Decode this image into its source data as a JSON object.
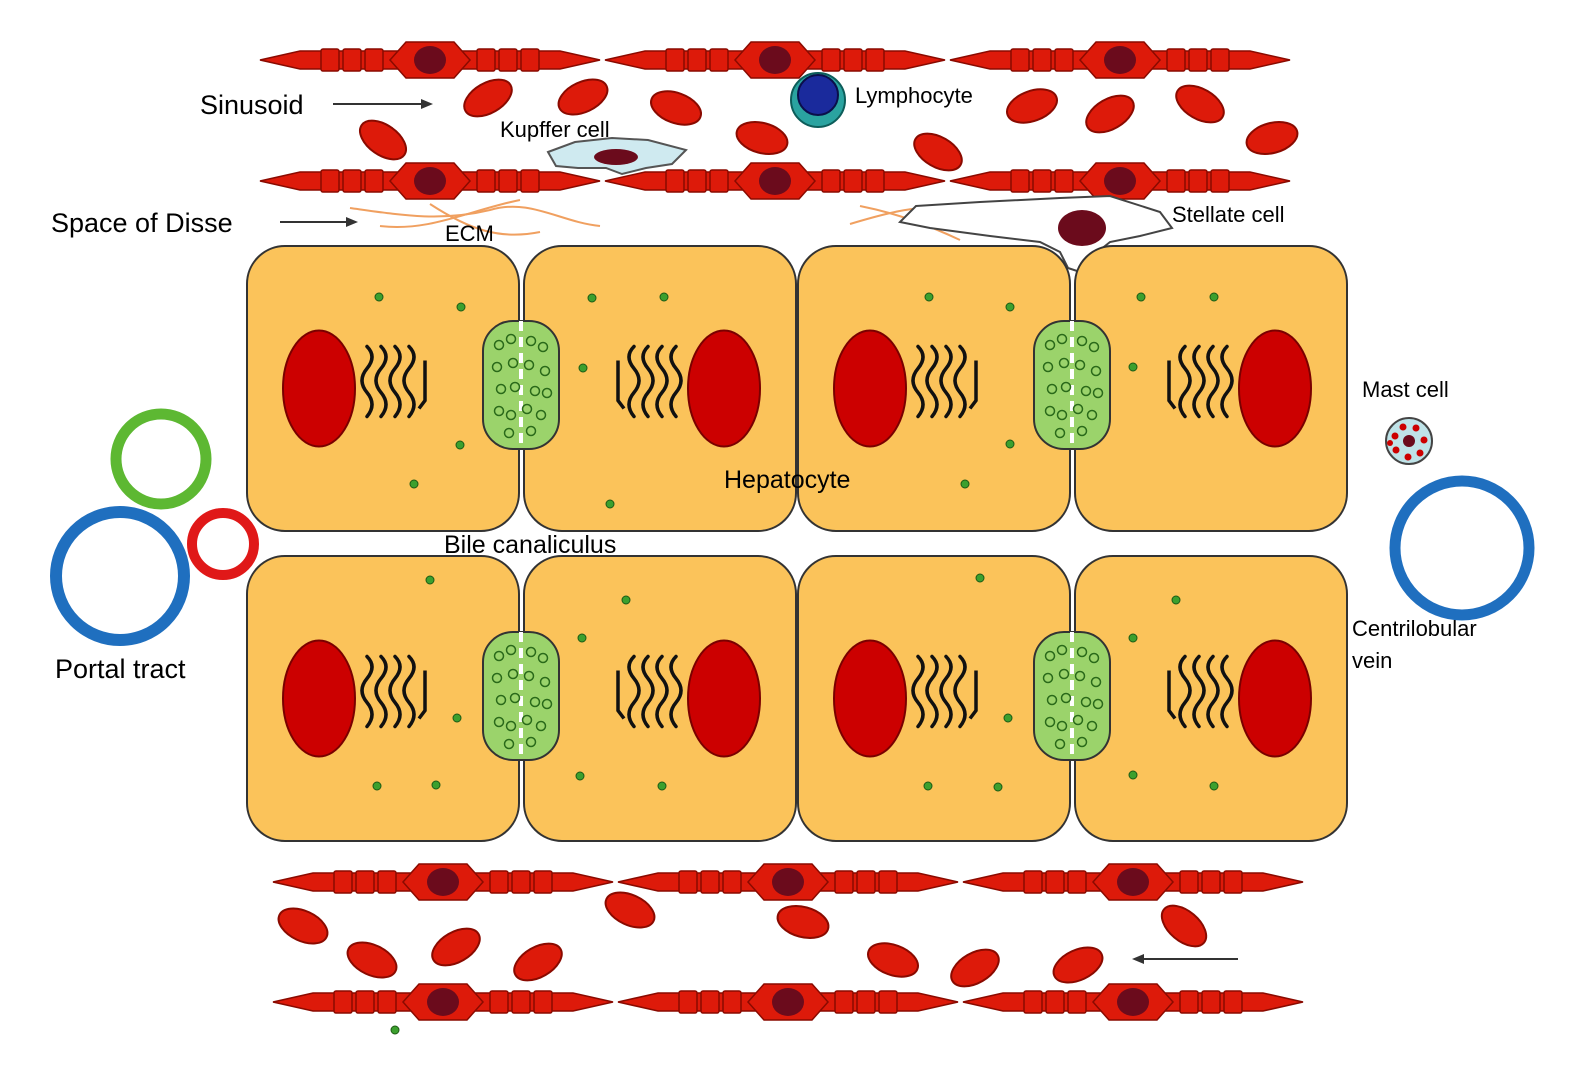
{
  "diagram": {
    "labels": {
      "sinusoid": "Sinusoid",
      "space_of_disse": "Space of Disse",
      "kupffer_cell": "Kupffer cell",
      "lymphocyte": "Lymphocyte",
      "stellate_cell": "Stellate cell",
      "ecm": "ECM",
      "hepatocyte": "Hepatocyte",
      "bile_canaliculus": "Bile canaliculus",
      "mast_cell": "Mast cell",
      "portal_tract": "Portal tract",
      "centrilobular_vein_line1": "Centrilobular",
      "centrilobular_vein_line2": "vein"
    },
    "colors": {
      "hepatocyte_fill": "#fbc35a",
      "nucleus_red": "#cc0000",
      "endothelial_red": "#dd1a0a",
      "endothelial_nucleus": "#6b0b1c",
      "bile_canaliculus_green": "#9bd36b",
      "granule_green": "#3ca02e",
      "lymphocyte_blue": "#1a2a9c",
      "lymphocyte_teal": "#2aa3a0",
      "kupffer_fill": "#cfeaf0",
      "mast_cell_fill": "#bfe3e8",
      "ecm_orange": "#f0a060",
      "portal_green": "#5db832",
      "portal_blue": "#1f6fbf",
      "portal_red": "#e01818",
      "vein_blue": "#1f6fbf"
    }
  }
}
